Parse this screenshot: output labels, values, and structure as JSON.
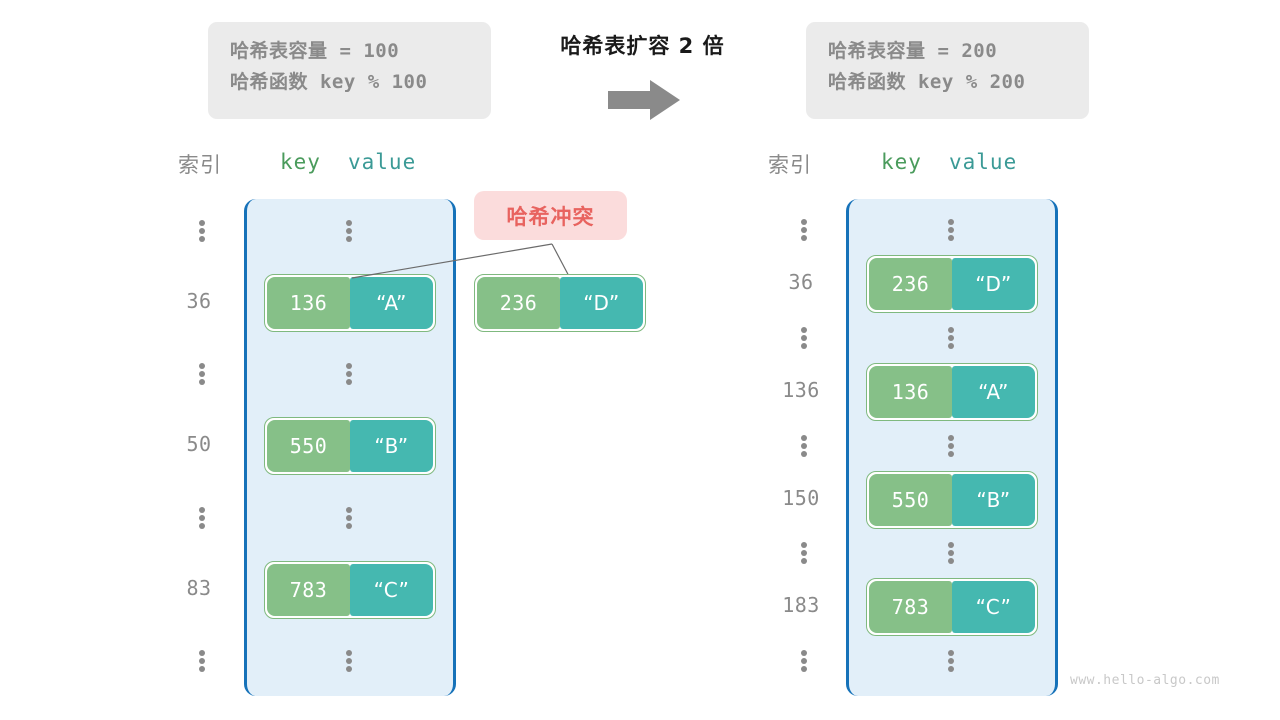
{
  "center": {
    "title": "哈希表扩容 2 倍",
    "arrow_icon": "arrow-right-icon"
  },
  "panels": {
    "before": {
      "capacity_line": "哈希表容量 = 100",
      "hashfn_line": "哈希函数 key % 100"
    },
    "after": {
      "capacity_line": "哈希表容量 = 200",
      "hashfn_line": "哈希函数 key % 200"
    }
  },
  "headers": {
    "index": "索引",
    "key": "key",
    "value": "value"
  },
  "collision": {
    "badge_label": "哈希冲突",
    "entry": {
      "key": "236",
      "value": "“D”"
    }
  },
  "left_table": {
    "rows": [
      {
        "index": "⋮",
        "kind": "ellipsis"
      },
      {
        "index": "36",
        "kind": "entry",
        "key": "136",
        "value": "“A”"
      },
      {
        "index": "⋮",
        "kind": "ellipsis"
      },
      {
        "index": "50",
        "kind": "entry",
        "key": "550",
        "value": "“B”"
      },
      {
        "index": "⋮",
        "kind": "ellipsis"
      },
      {
        "index": "83",
        "kind": "entry",
        "key": "783",
        "value": "“C”"
      },
      {
        "index": "⋮",
        "kind": "ellipsis"
      }
    ]
  },
  "right_table": {
    "rows": [
      {
        "index": "⋮",
        "kind": "ellipsis"
      },
      {
        "index": "36",
        "kind": "entry",
        "key": "236",
        "value": "“D”"
      },
      {
        "index": "⋮",
        "kind": "ellipsis"
      },
      {
        "index": "136",
        "kind": "entry",
        "key": "136",
        "value": "“A”"
      },
      {
        "index": "⋮",
        "kind": "ellipsis"
      },
      {
        "index": "150",
        "kind": "entry",
        "key": "550",
        "value": "“B”"
      },
      {
        "index": "⋮",
        "kind": "ellipsis"
      },
      {
        "index": "183",
        "kind": "entry",
        "key": "783",
        "value": "“C”"
      },
      {
        "index": "⋮",
        "kind": "ellipsis"
      }
    ]
  },
  "watermark": "www.hello-algo.com",
  "colors": {
    "panel_bg": "#ebebeb",
    "panel_text": "#8a8a8a",
    "table_bg": "#e2eff9",
    "table_border": "#1672b9",
    "key_cell": "#86c088",
    "value_cell": "#45b8b0",
    "entry_border": "#7fb97f",
    "badge_bg": "#fbdcdc",
    "badge_text": "#e8635f",
    "header_key": "#4a9b5c",
    "header_value": "#3b9a96",
    "arrow": "#8a8a8a"
  }
}
